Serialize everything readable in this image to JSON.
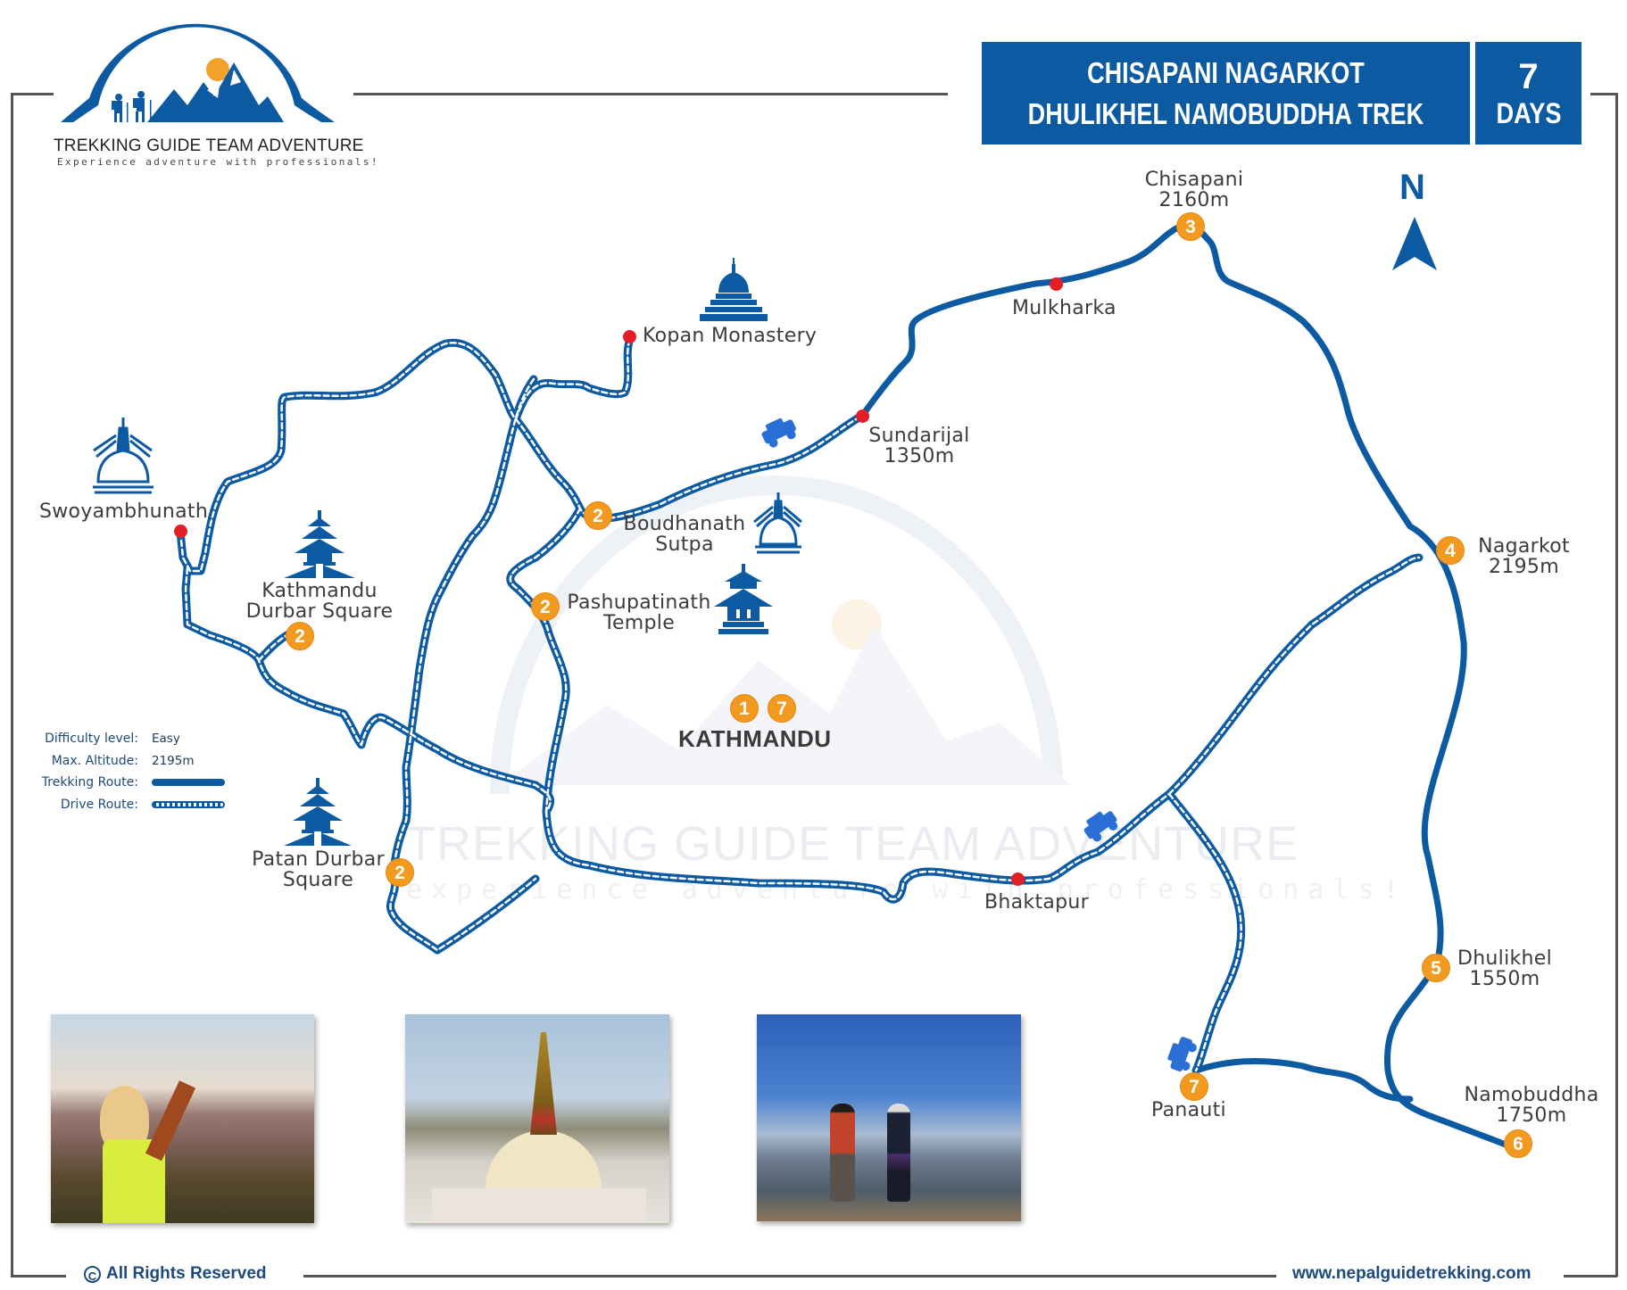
{
  "brand": {
    "name": "TREKKING GUIDE TEAM ADVENTURE",
    "tagline": "Experience adventure with professionals!",
    "logo_icon": "mountain-hikers-sun-logo"
  },
  "header": {
    "title_line1": "CHISAPANI NAGARKOT",
    "title_line2": "DHULIKHEL NAMOBUDDHA TREK",
    "days_number": "7",
    "days_label": "DAYS"
  },
  "compass": {
    "label": "N",
    "icon": "north-arrow-icon"
  },
  "legend": {
    "difficulty_label": "Difficulty level:",
    "difficulty_value": "Easy",
    "altitude_label": "Max. Altitude:",
    "altitude_value": "2195m",
    "trekking_label": "Trekking Route:",
    "drive_label": "Drive Route:"
  },
  "places": {
    "chisapani": {
      "name": "Chisapani",
      "altitude": "2160m",
      "day": "3"
    },
    "mulkharka": {
      "name": "Mulkharka"
    },
    "kopan": {
      "name": "Kopan Monastery"
    },
    "sundarijal": {
      "name": "Sundarijal",
      "altitude": "1350m"
    },
    "swoyambhunath": {
      "name": "Swoyambhunath"
    },
    "kathmandu_durbar": {
      "line1": "Kathmandu",
      "line2": "Durbar Square",
      "day": "2"
    },
    "boudhanath": {
      "line1": "Boudhanath",
      "line2": "Sutpa",
      "day": "2"
    },
    "pashupatinath": {
      "line1": "Pashupatinath",
      "line2": "Temple",
      "day": "2"
    },
    "kathmandu": {
      "name": "KATHMANDU",
      "day_start": "1",
      "day_end": "7"
    },
    "nagarkot": {
      "name": "Nagarkot",
      "altitude": "2195m",
      "day": "4"
    },
    "patan": {
      "line1": "Patan Durbar",
      "line2": "Square",
      "day": "2"
    },
    "bhaktapur": {
      "name": "Bhaktapur"
    },
    "dhulikhel": {
      "name": "Dhulikhel",
      "altitude": "1550m",
      "day": "5"
    },
    "panauti": {
      "name": "Panauti",
      "day": "7"
    },
    "namobuddha": {
      "name": "Namobuddha",
      "altitude": "1750m",
      "day": "6"
    }
  },
  "watermark": {
    "title": "TREKKING GUIDE TEAM ADVENTURE",
    "subtitle": "experience adventure with professionals!"
  },
  "photos": [
    {
      "alt": "Trekker with yellow hat pointing at Himalayan sunrise"
    },
    {
      "alt": "Boudhanath Stupa with prayer flags"
    },
    {
      "alt": "Two trekkers doing yoga tree pose on mountain top"
    }
  ],
  "footer": {
    "copyright": "All Rights Reserved",
    "website": "www.nepalguidetrekking.com"
  },
  "colors": {
    "route_blue": "#0b5aa2",
    "day_marker": "#f29a1f",
    "stop_pin": "#e31e24",
    "text_dark": "#3c3c3c"
  }
}
